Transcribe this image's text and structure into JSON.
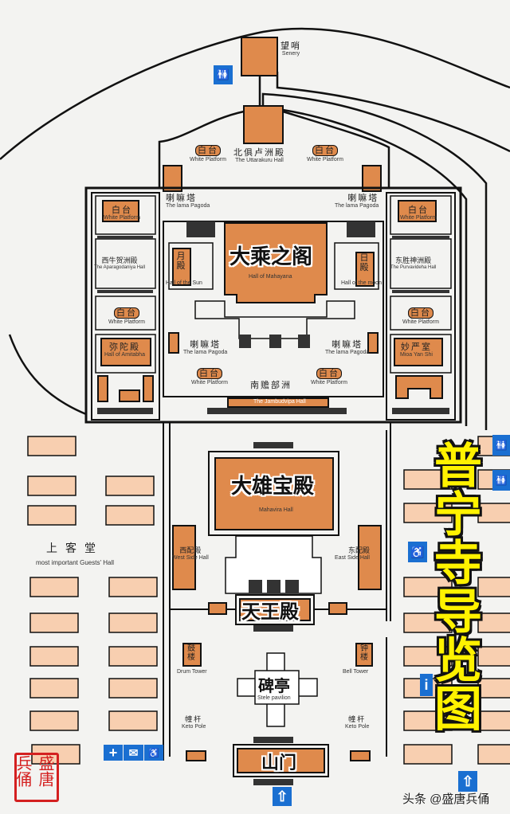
{
  "map_title": "普宁寺导览图",
  "colors": {
    "building": "#df8a4c",
    "guest_room": "#f8cfb0",
    "background": "#f3f3f1",
    "wall": "#111111",
    "icon": "#1a6fd1",
    "title": "#fff200",
    "seal": "#d42020"
  },
  "buildings": {
    "scenery": {
      "zh": "望哨",
      "en": "Senery"
    },
    "uttarakuru": {
      "zh": "北俱卢洲殿",
      "en": "The Uttarakuru Hall"
    },
    "white_platform_zh": "白台",
    "white_platform_en": "White Platform",
    "lama_pagoda_zh": "喇嘛塔",
    "lama_pagoda_en": "The lama Pagoda",
    "mahayana": {
      "zh": "大乘之阁",
      "en": "Hall of Mahayana"
    },
    "sun_hall": {
      "zh": "月殿",
      "en": "Hall of the Sun"
    },
    "moon_hall": {
      "zh": "日殿",
      "en": "Hall of the moon"
    },
    "aparagodaniya": {
      "zh": "西牛贺洲殿",
      "en": "The Aparagodaniya Hall"
    },
    "purvavideha": {
      "zh": "东胜神洲殿",
      "en": "The Purvavideha Hall"
    },
    "amitabha": {
      "zh": "弥陀殿",
      "en": "Hall of Amitabha"
    },
    "miao_yan_shi": {
      "zh": "妙严室",
      "en": "Mioa Yan Shi"
    },
    "jambudvipa": {
      "zh": "南赡部洲",
      "en": "The Jambudvipa Hall"
    },
    "mahavira": {
      "zh": "大雄宝殿",
      "en": "Mahavira Hall"
    },
    "west_side": {
      "zh": "西配殿",
      "en": "West Side Hall"
    },
    "east_side": {
      "zh": "东配殿",
      "en": "East Side Hall"
    },
    "heavenly_kings": {
      "zh": "天王殿"
    },
    "drum_tower": {
      "zh": "鼓楼",
      "en": "Drum Tower"
    },
    "bell_tower": {
      "zh": "钟楼",
      "en": "Bell Tower"
    },
    "stele": {
      "zh": "碑亭",
      "en": "Stele pavilion"
    },
    "keto_pole": {
      "zh": "幢杆",
      "en": "Keto Pole"
    },
    "gate": {
      "zh": "山门"
    },
    "guests_hall": {
      "zh": "上客堂",
      "en": "most important Guests' Hall"
    }
  },
  "icons": [
    "toilet-icon",
    "toilet-icon",
    "toilet-icon",
    "accessibility-icon",
    "info-icon",
    "first-aid-icon",
    "mail-icon",
    "phone-icon",
    "entrance-arrow-icon",
    "entrance-arrow-icon"
  ],
  "icon_text": {
    "info": "i",
    "first_aid": "+",
    "mail": "✉",
    "arrow": "⇧",
    "toilet": "🚻",
    "access": "♿"
  },
  "seal": "盛唐兵俑",
  "watermark": "头条 @盛唐兵俑"
}
